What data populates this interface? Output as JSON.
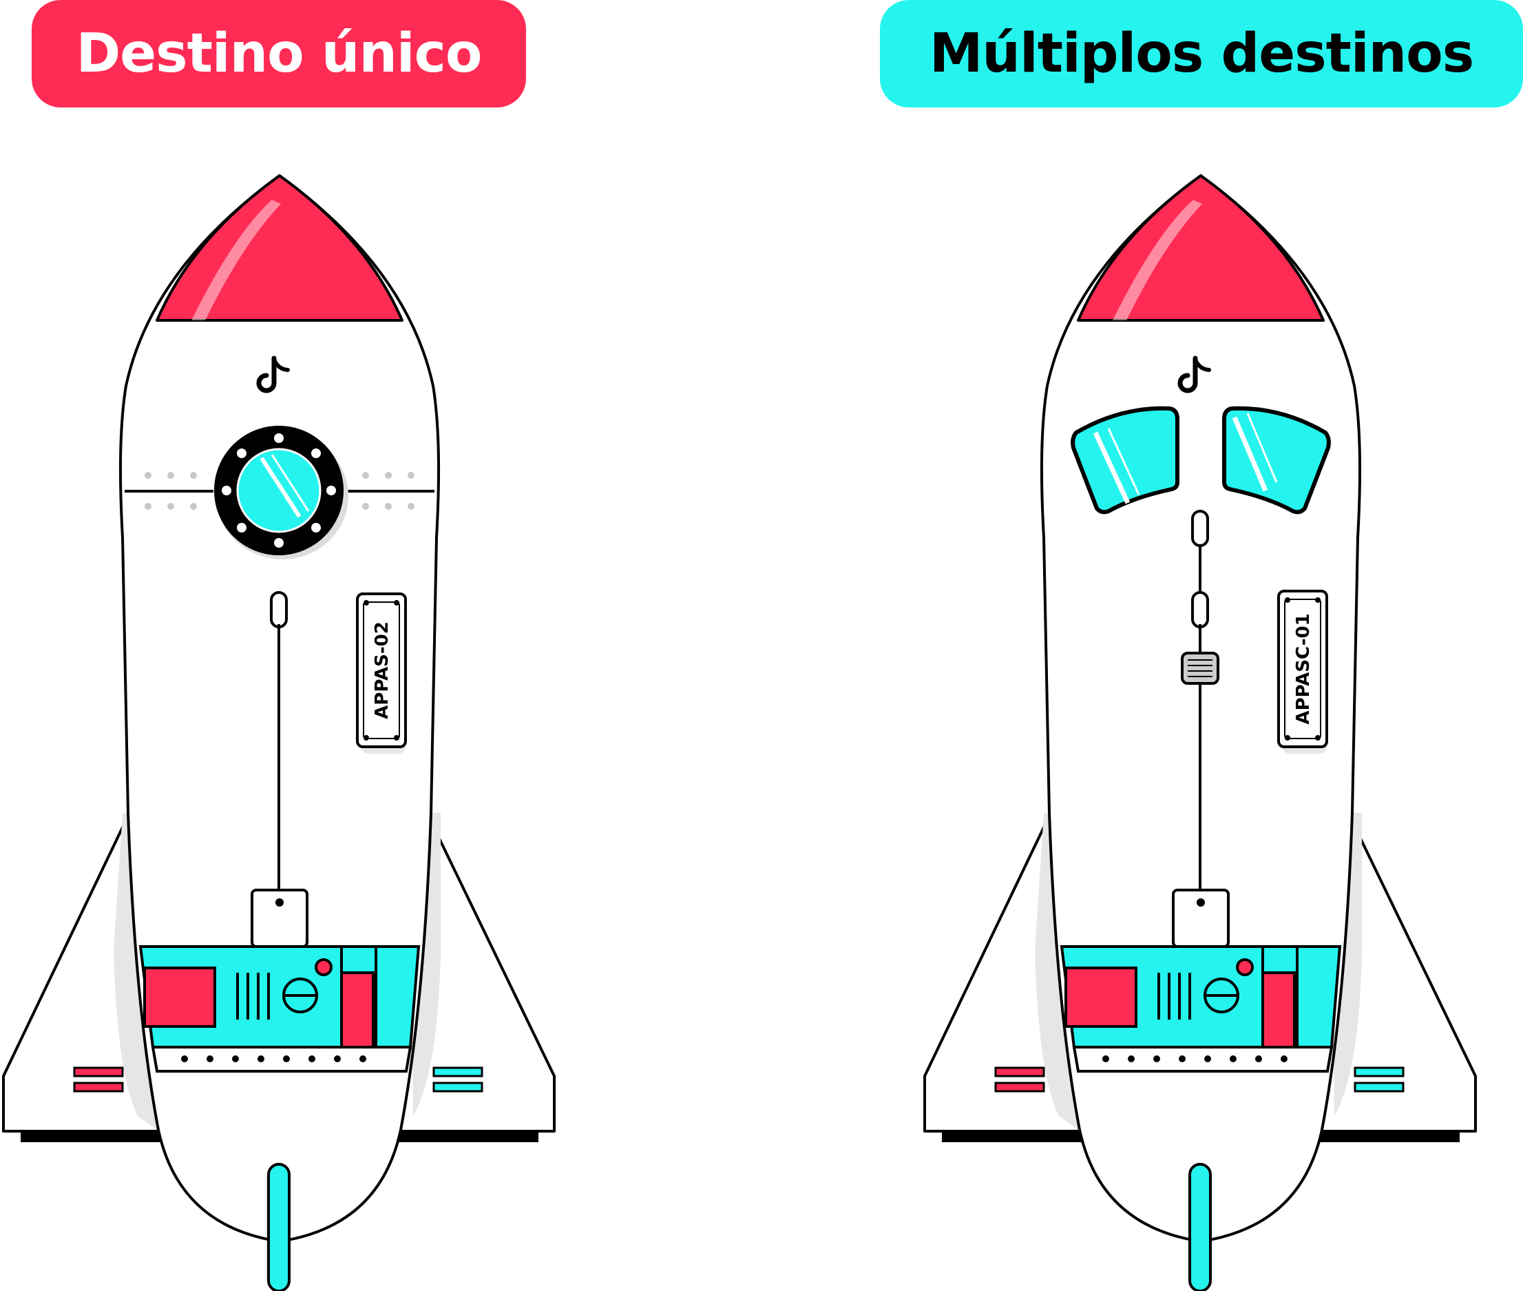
{
  "headers": {
    "left": "Destino único",
    "right": "Múltiplos destinos"
  },
  "rockets": {
    "left": {
      "plate": "APPAS-02",
      "window": "porthole"
    },
    "right": {
      "plate": "APPASC-01",
      "window": "cockpit"
    }
  },
  "colors": {
    "red": "#fe2c55",
    "cyan": "#25f4ee",
    "outline": "#000000",
    "shadow": "#e6e6e6"
  },
  "icons": {
    "brand": "tiktok-note-icon"
  }
}
